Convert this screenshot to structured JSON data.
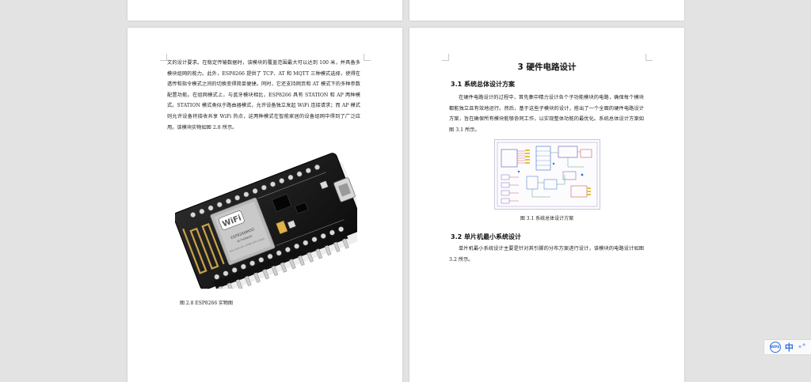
{
  "left_page": {
    "paragraph": "文的设计要求。在稳定传输数据时，该模块的覆盖范围最大可以达到 100 米，并具备多模块组网的能力。此外，ESP8266 提供了 TCP、AT 和 MQTT 三种模式选择，使得在透传和指令模式之间的切换变得简单便捷。同时，它还支持网页和 AT 模式下的多种参数配置功能。在组网模式上，与蓝牙模块相比，ESP8266 具有 STATION 和 AP 两种模式。STATION 模式类似于路由器模式，允许设备独立发起 WiFi 连接请求；而 AP 模式则允许设备将接收共享 WiFi 热点，这两种模式在智能家居的设备组网中得到了广泛应用。该模块实物如图 2.8 所示。",
    "figure": {
      "caption": "图 2.8 ESP8266 实物图",
      "wifi_label": "WiFi",
      "chip_label": "ESP8266MOD",
      "chip_sub": "AI-THINKER",
      "chip_meta": "ISM 2.4GHz  PA +25dBm  802.11b/g/n"
    }
  },
  "right_page": {
    "chapter_title": "3 硬件电路设计",
    "section1_title": "3.1  系统总体设计方案",
    "section1_paragraph": "在硬件电路设计的过程中，首先集中精力设计各个子功能模块的电路，确保每个模块都能独立且有效地运行。然后，基于这些子模块的设计，搭出了一个全面的硬件电路设计方案，旨在确保所有模块能够协同工作，以实现整体功能的最优化。系统总体设计方案如图 3.1 所示。",
    "figure_caption": "图 3.1  系统总体设计方案",
    "section2_title": "3.2  单片机最小系统设计",
    "section2_paragraph": "单片机最小系统设计主要是针对其引脚的分布方案进行设计，该模块的电路设计如图 3.2 所示。"
  },
  "floating_toolbar": {
    "logo_text": "WPS",
    "language": "中",
    "more": "∘°"
  },
  "colors": {
    "background": "#e3e3e3",
    "page": "#ffffff",
    "accent": "#2f6fdf"
  }
}
